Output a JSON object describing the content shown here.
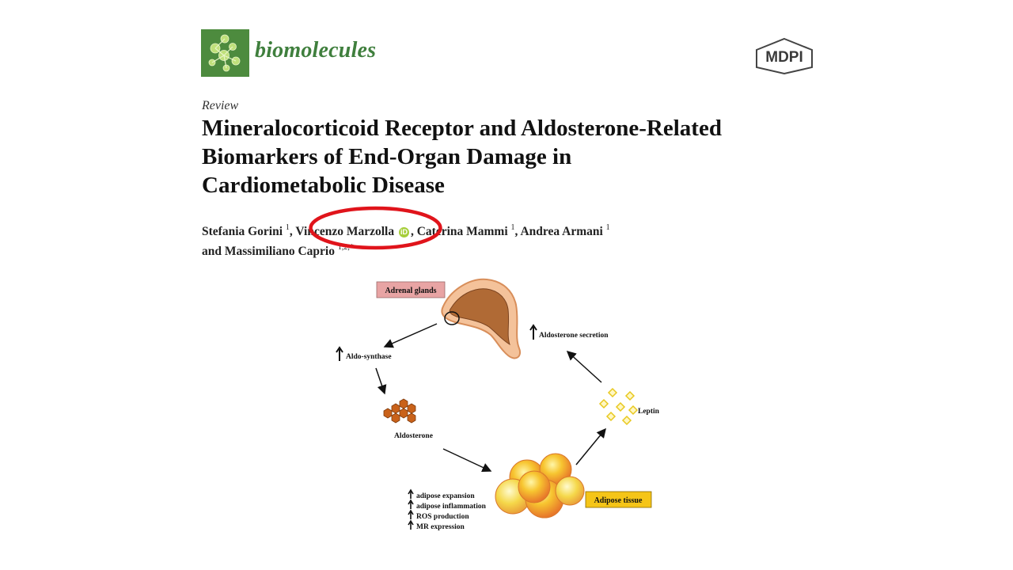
{
  "journal": {
    "name": "biomolecules"
  },
  "publisher": {
    "name": "MDPI"
  },
  "article": {
    "type": "Review",
    "title_lines": [
      "Mineralocorticoid Receptor and Aldosterone-Related",
      "Biomarkers of End-Organ Damage in",
      "Cardiometabolic Disease"
    ],
    "authors": [
      {
        "name": "Stefania Gorini",
        "aff": "1"
      },
      {
        "name": "Vincenzo Marzolla",
        "aff": ""
      },
      {
        "name": "Caterina Mammi",
        "aff": "1"
      },
      {
        "name": "Andrea Armani",
        "aff": "1"
      },
      {
        "name": "Massimiliano Caprio",
        "aff": "1,2,*"
      }
    ],
    "and_word": "and",
    "highlighted_author": "Vincenzo Marzolla",
    "highlight_color": "#e0141b"
  },
  "figure": {
    "labels": {
      "adrenal_glands": "Adrenal glands",
      "aldo_synthase": "Aldo-synthase",
      "aldosterone_secretion": "Aldosterone secretion",
      "aldosterone": "Aldosterone",
      "leptin": "Leptin",
      "adipose_tissue": "Adipose tissue"
    },
    "effects": [
      "adipose expansion",
      "adipose inflammation",
      "ROS production",
      "MR expression"
    ],
    "colors": {
      "adrenal_box": "#e8a4a4",
      "adipose_box": "#f5c518",
      "aldosterone_hex": "#c9621a",
      "leptin_diamond": "#f2dc4a"
    }
  }
}
